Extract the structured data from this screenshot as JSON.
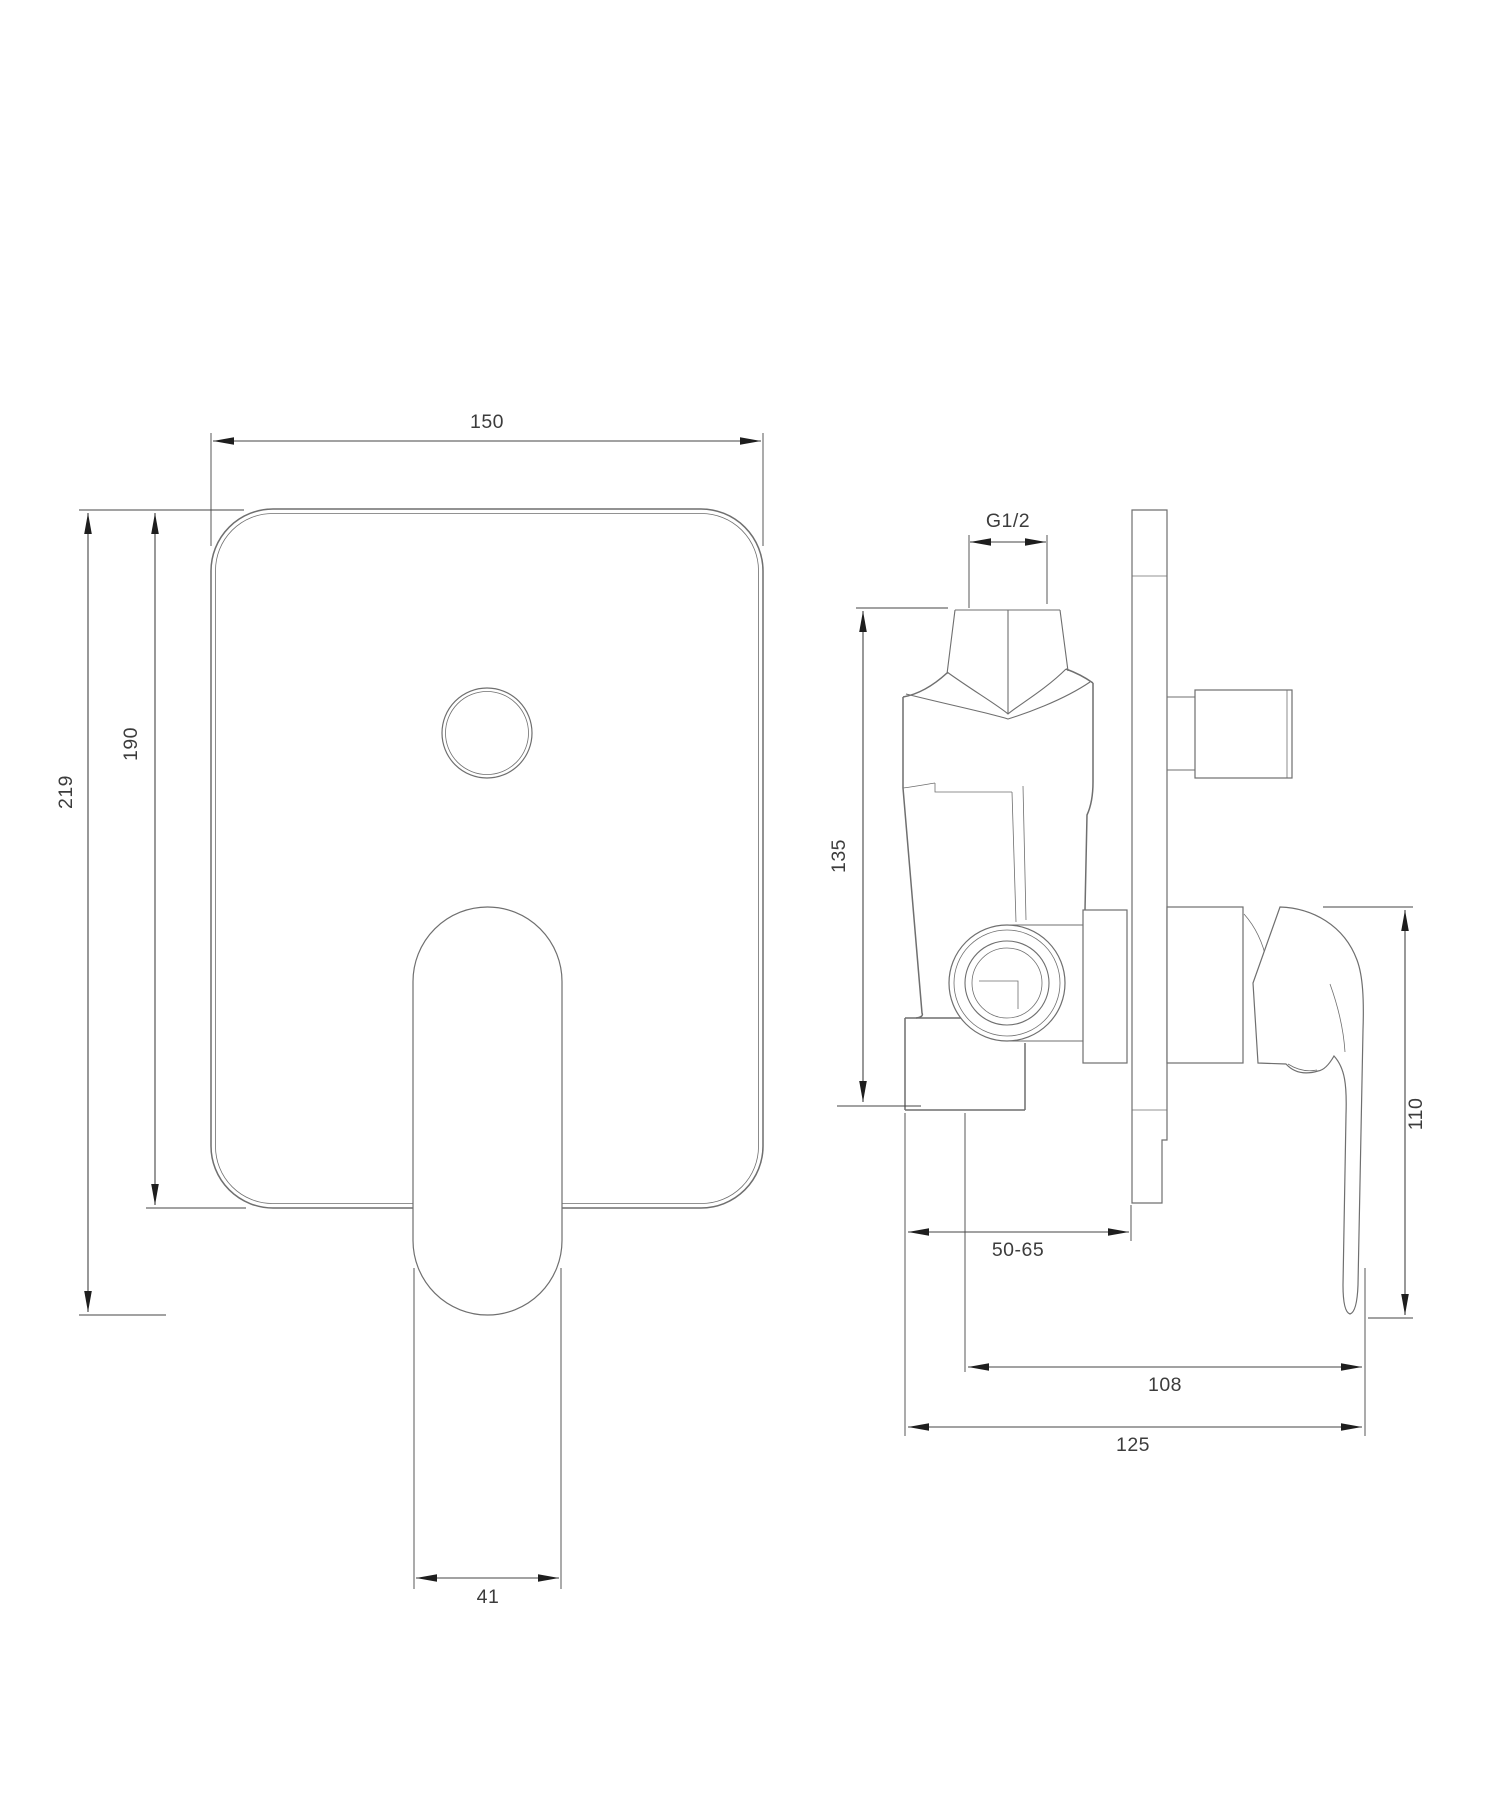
{
  "drawing": {
    "front_view": {
      "dims": {
        "width": "150",
        "total_height": "219",
        "plate_height": "190",
        "handle_width": "41"
      }
    },
    "side_view": {
      "dims": {
        "thread": "G1/2",
        "body_height": "135",
        "wall_depth_range": "50-65",
        "handle_depth": "108",
        "total_depth": "125",
        "handle_height": "110"
      }
    },
    "colors": {
      "line": "#6f6f6f",
      "dimension": "#454545",
      "text": "#3c3c3c",
      "background": "#ffffff"
    }
  }
}
